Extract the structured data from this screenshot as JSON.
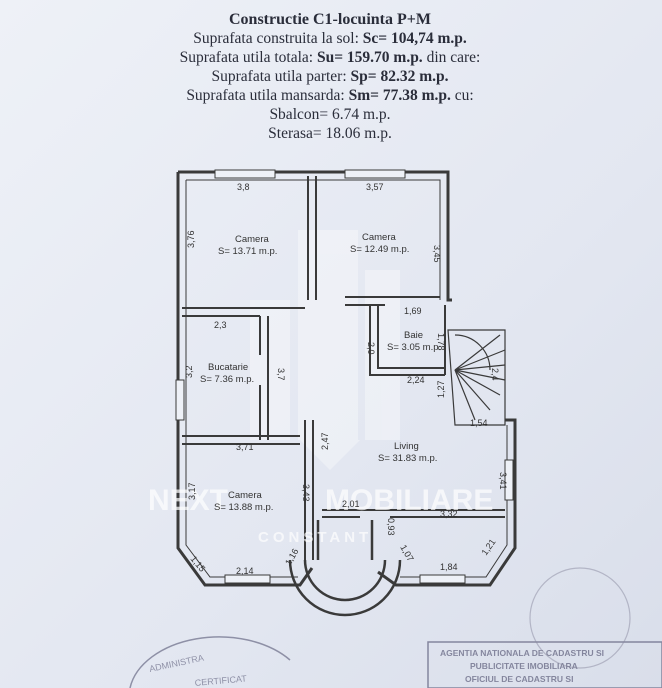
{
  "header": {
    "title": "Constructie C1-locuinta P+M",
    "line1_prefix": "Suprafata construita la sol: ",
    "line1_value": "Sc= 104,74 m.p.",
    "line2_prefix": "Suprafata utila totala: ",
    "line2_value": "Su= 159.70 m.p.",
    "line2_suffix": " din care:",
    "line3_prefix": "Suprafata utila parter: ",
    "line3_value": "Sp= 82.32 m.p.",
    "line4_prefix": "Suprafata utila mansarda: ",
    "line4_value": "Sm= 77.38 m.p.",
    "line4_suffix": " cu:",
    "line5": "Sbalcon= 6.74 m.p.",
    "line6": "Sterasa= 18.06 m.p."
  },
  "rooms": {
    "camera1_name": "Camera",
    "camera1_area": "S= 13.71 m.p.",
    "camera2_name": "Camera",
    "camera2_area": "S= 12.49 m.p.",
    "baie_name": "Baie",
    "baie_area": "S= 3.05 m.p.",
    "bucatarie_name": "Bucatarie",
    "bucatarie_area": "S= 7.36 m.p.",
    "living_name": "Living",
    "living_area": "S= 31.83 m.p.",
    "camera3_name": "Camera",
    "camera3_area": "S= 13.88 m.p."
  },
  "dimensions": {
    "d_3_8": "3,8",
    "d_3_57": "3,57",
    "d_3_76": "3,76",
    "d_3_45": "3,45",
    "d_1_69": "1,69",
    "d_1_78": "1,78",
    "d_2_0": "2,0",
    "d_2_3": "2,3",
    "d_3_2": "3,2",
    "d_3_7": "3,7",
    "d_2_24": "2,24",
    "d_1_27": "1,27",
    "d_2_4": "2,4",
    "d_1_54": "1,54",
    "d_3_71": "3,71",
    "d_2_47": "2,47",
    "d_3_41": "3,41",
    "d_3_43": "3,43",
    "d_3_17": "3,17",
    "d_2_01": "2,01",
    "d_0_93": "0,93",
    "d_3_32": "3,32",
    "d_1_15": "1,15",
    "d_2_14": "2,14",
    "d_1_16": "1,16",
    "d_1_07": "1,07",
    "d_1_84": "1,84",
    "d_1_21": "1,21"
  },
  "watermark": {
    "brand_left": "NEXT",
    "brand_right": "MOBILIARE",
    "tagline": "CONSTANT"
  },
  "stamps": {
    "stamp1_line1": "AGENTIA NATIONALA DE CADASTRU SI",
    "stamp1_line2": "PUBLICITATE IMOBILIARA",
    "stamp1_line3": "OFICIUL DE CADASTRU SI",
    "stamp2_text": "ADMINISTRA",
    "stamp2_text2": "CERTIFICAT"
  }
}
